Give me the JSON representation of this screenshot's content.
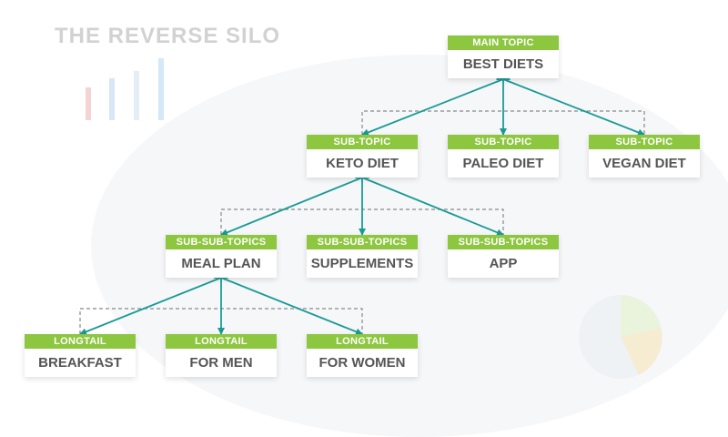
{
  "title": "THE REVERSE SILO",
  "colors": {
    "accent_green": "#8dc63f",
    "arrow_teal": "#1a9a96",
    "dashed_gray": "#888888",
    "node_text": "#555555",
    "title_gray": "#d2d2d2"
  },
  "nodes": {
    "main": {
      "tag": "MAIN TOPIC",
      "name": "BEST DIETS"
    },
    "keto": {
      "tag": "SUB-TOPIC",
      "name": "KETO DIET"
    },
    "paleo": {
      "tag": "SUB-TOPIC",
      "name": "PALEO DIET"
    },
    "vegan": {
      "tag": "SUB-TOPIC",
      "name": "VEGAN DIET"
    },
    "mealplan": {
      "tag": "SUB-SUB-TOPICS",
      "name": "MEAL PLAN"
    },
    "supplements": {
      "tag": "SUB-SUB-TOPICS",
      "name": "SUPPLEMENTS"
    },
    "app": {
      "tag": "SUB-SUB-TOPICS",
      "name": "APP"
    },
    "breakfast": {
      "tag": "LONGTAIL",
      "name": "BREAKFAST"
    },
    "formen": {
      "tag": "LONGTAIL",
      "name": "FOR MEN"
    },
    "forwomen": {
      "tag": "LONGTAIL",
      "name": "FOR WOMEN"
    }
  }
}
